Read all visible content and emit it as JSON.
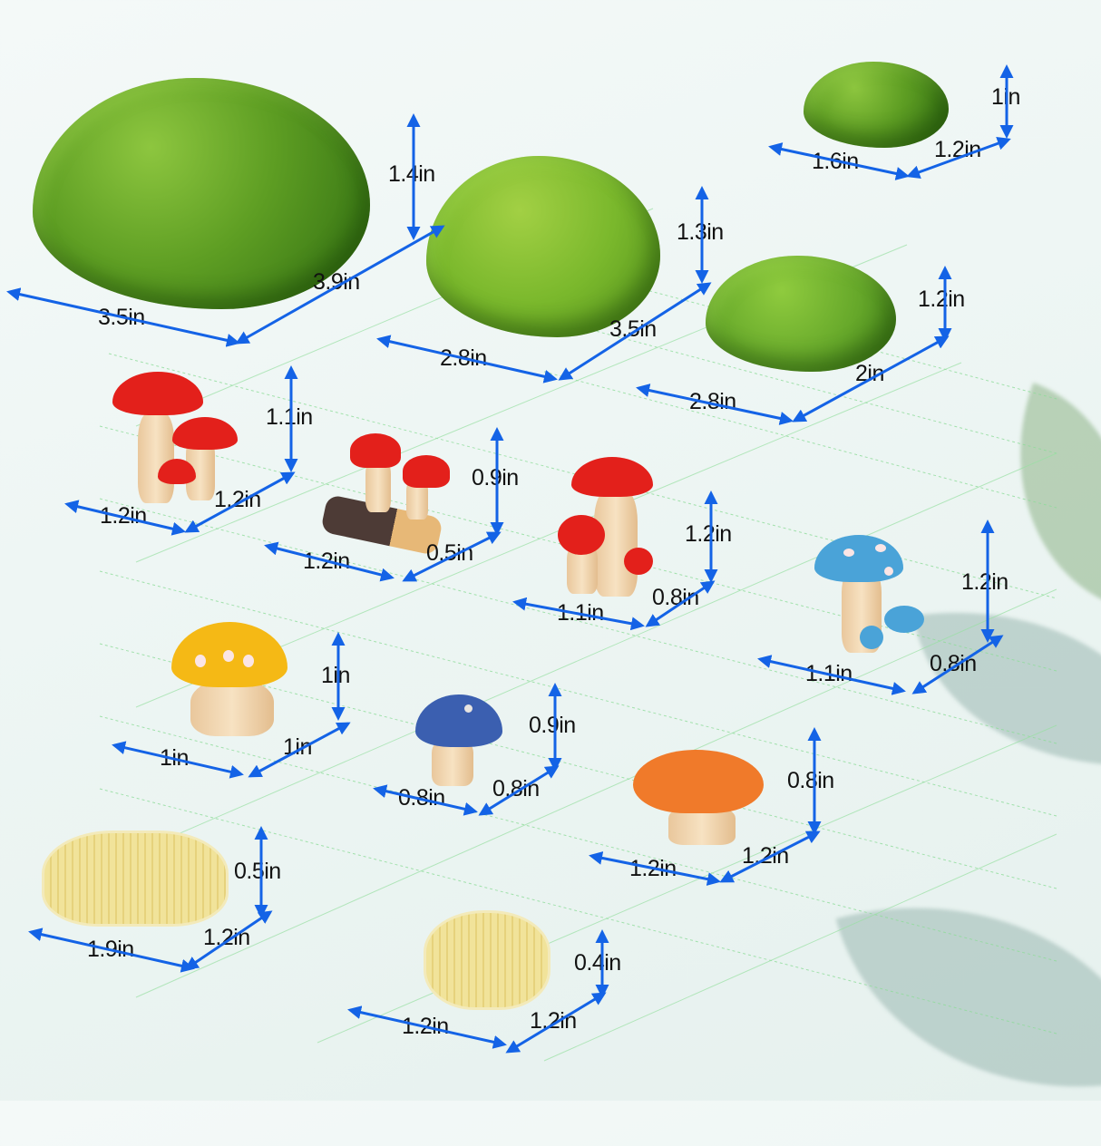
{
  "items": {
    "moss_large": {
      "width": "3.5in",
      "depth": "3.9in",
      "height": "1.4in"
    },
    "moss_medium": {
      "width": "2.8in",
      "depth": "3.5in",
      "height": "1.3in"
    },
    "moss_small_top": {
      "width": "1.6in",
      "depth": "1.2in",
      "height": "1in"
    },
    "moss_small_mid": {
      "width": "2.8in",
      "depth": "2in",
      "height": "1.2in"
    },
    "red_triple_mushroom": {
      "width": "1.2in",
      "depth": "1.2in",
      "height": "1.1in"
    },
    "red_log_mushroom": {
      "width": "1.2in",
      "depth": "0.5in",
      "height": "0.9in"
    },
    "red_tall_mushroom": {
      "width": "1.1in",
      "depth": "0.8in",
      "height": "1.2in"
    },
    "blue_spotted_mushroom": {
      "width": "1.1in",
      "depth": "0.8in",
      "height": "1.2in"
    },
    "yellow_mushroom": {
      "width": "1in",
      "depth": "1in",
      "height": "1in"
    },
    "navy_mushroom": {
      "width": "0.8in",
      "depth": "0.8in",
      "height": "0.9in"
    },
    "orange_mushroom": {
      "width": "1.2in",
      "depth": "1.2in",
      "height": "0.8in"
    },
    "oval_basket": {
      "width": "1.9in",
      "depth": "1.2in",
      "height": "0.5in"
    },
    "round_basket": {
      "width": "1.2in",
      "depth": "1.2in",
      "height": "0.4in"
    }
  },
  "colors": {
    "arrow": "#1463e6",
    "grid": "#7ed68c",
    "moss": "#5e9e23",
    "red_cap": "#e3201b",
    "blue_cap": "#4aa3d8",
    "navy_cap": "#3b5fb0",
    "yellow_cap": "#f5b915",
    "orange_cap": "#f07a2a",
    "basket": "#efe096"
  }
}
